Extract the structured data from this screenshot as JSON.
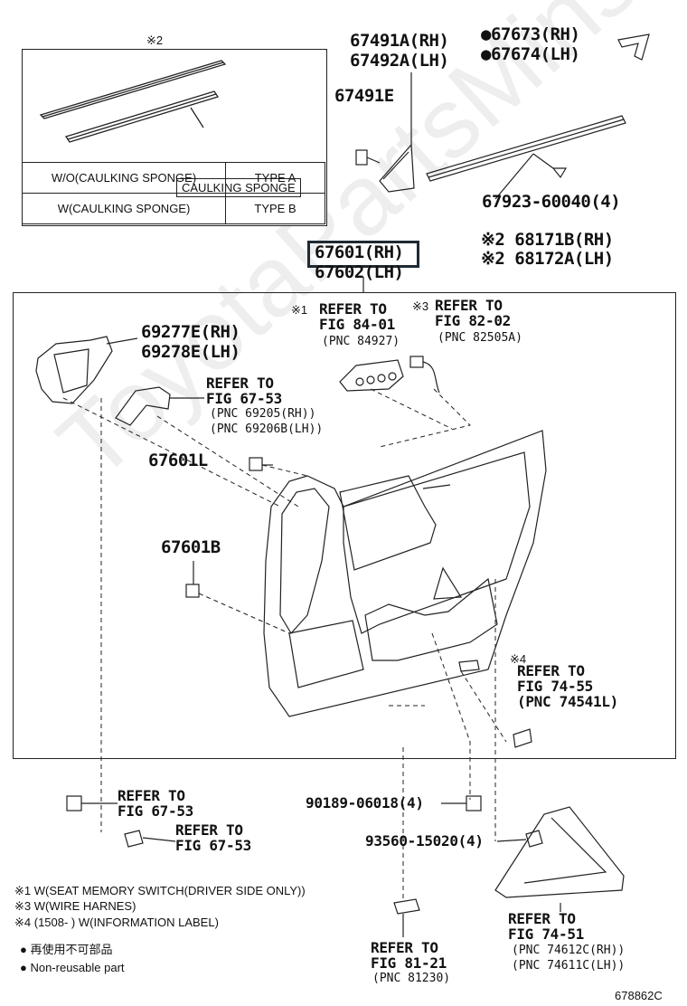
{
  "inset": {
    "mark": "※2",
    "caulk_label": "CAULKING SPONGE",
    "rows": [
      {
        "condition": "W/O(CAULKING SPONGE)",
        "type": "TYPE A"
      },
      {
        "condition": "W(CAULKING SPONGE)",
        "type": "TYPE B"
      }
    ]
  },
  "parts": {
    "p67491a": "67491A(RH)",
    "p67492a": "67492A(LH)",
    "p67491e": "67491E",
    "p67673": "●67673(RH)",
    "p67674": "●67674(LH)",
    "p67923": "67923-60040(4)",
    "p68171b": "※2 68171B(RH)",
    "p68172a": "※2 68172A(LH)",
    "p67601rh": "67601(RH)",
    "p67602lh": "67602(LH)",
    "p69277e": "69277E(RH)",
    "p69278e": "69278E(LH)",
    "p67601l": "67601L",
    "p67601b": "67601B",
    "p90189": "90189-06018(4)",
    "p93560": "93560-15020(4)"
  },
  "refs": {
    "r84_mark": "※1",
    "r84_1": "REFER TO",
    "r84_2": "FIG 84-01",
    "r84_3": "(PNC 84927)",
    "r82_mark": "※3",
    "r82_1": "REFER TO",
    "r82_2": "FIG 82-02",
    "r82_3": "(PNC 82505A)",
    "r67a_1": "REFER TO",
    "r67a_2": "FIG 67-53",
    "r67a_3": "(PNC 69205(RH))",
    "r67a_4": "(PNC 69206B(LH))",
    "r74_mark": "※4",
    "r74_1": "REFER TO",
    "r74_2": "FIG 74-55",
    "r74_3": "(PNC 74541L)",
    "r67b_1": "REFER TO",
    "r67b_2": "FIG 67-53",
    "r67c_1": "REFER TO",
    "r67c_2": "FIG 67-53",
    "r81_1": "REFER TO",
    "r81_2": "FIG 81-21",
    "r81_3": "(PNC 81230)",
    "r7451_1": "REFER TO",
    "r7451_2": "FIG 74-51",
    "r7451_3": "(PNC 74612C(RH))",
    "r7451_4": "(PNC 74611C(LH))"
  },
  "notes": {
    "n1": "※1 W(SEAT MEMORY SWITCH(DRIVER SIDE ONLY))",
    "n3": "※3 W(WIRE HARNES)",
    "n4": "※4 (1508-        ) W(INFORMATION LABEL)",
    "legend_jp": "● 再使用不可部品",
    "legend_en": "● Non-reusable part"
  },
  "figure_id": "678862C",
  "watermark": "ToyotaPartsMinsk.ru",
  "colors": {
    "line": "#222222",
    "highlight_border": "#1f2a33"
  }
}
